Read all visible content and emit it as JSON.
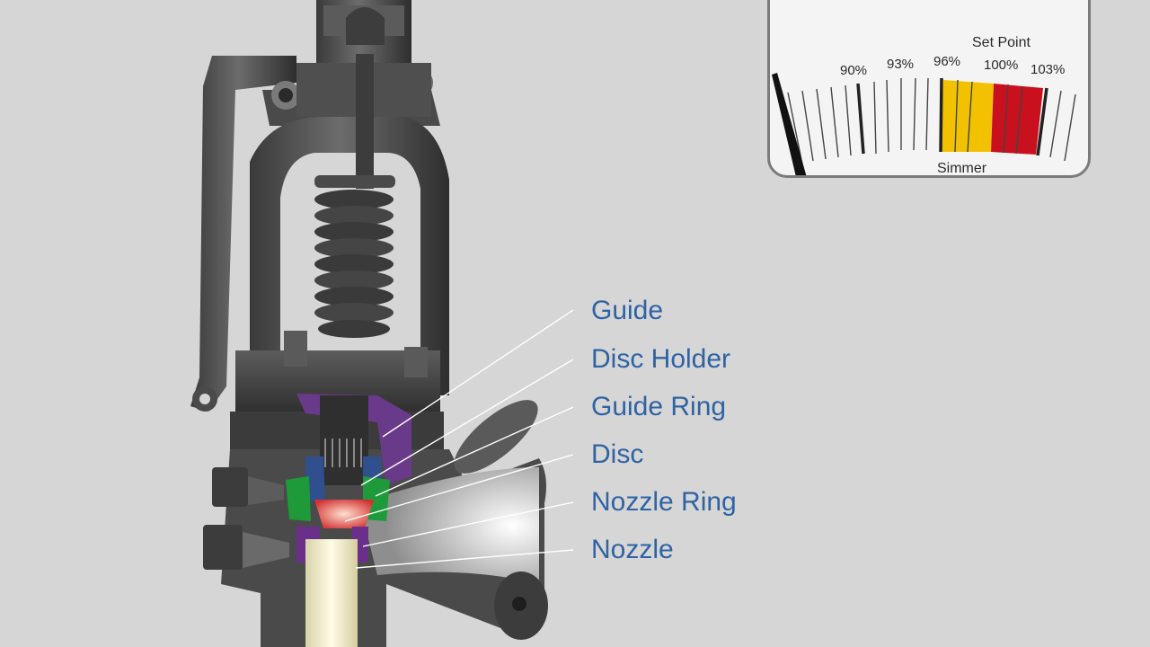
{
  "labels": {
    "guide": "Guide",
    "disc_holder": "Disc Holder",
    "guide_ring": "Guide Ring",
    "disc": "Disc",
    "nozzle_ring": "Nozzle Ring",
    "nozzle": "Nozzle"
  },
  "gauge": {
    "set_point_label": "Set Point",
    "simmer_label": "Simmer",
    "ticks": [
      "90%",
      "93%",
      "96%",
      "100%",
      "103%"
    ],
    "colors": {
      "simmer_zone": "#f2c200",
      "set_point_zone": "#c8101e",
      "needle": "#111111"
    }
  },
  "colors": {
    "label_text": "#2f63a4",
    "guide_part": "#6a3a8a",
    "guide_ring_part": "#1f9a3a",
    "disc_holder_part": "#2f4f8f",
    "nozzle_ring_part": "#6a2f8a",
    "background": "#d6d6d6"
  }
}
